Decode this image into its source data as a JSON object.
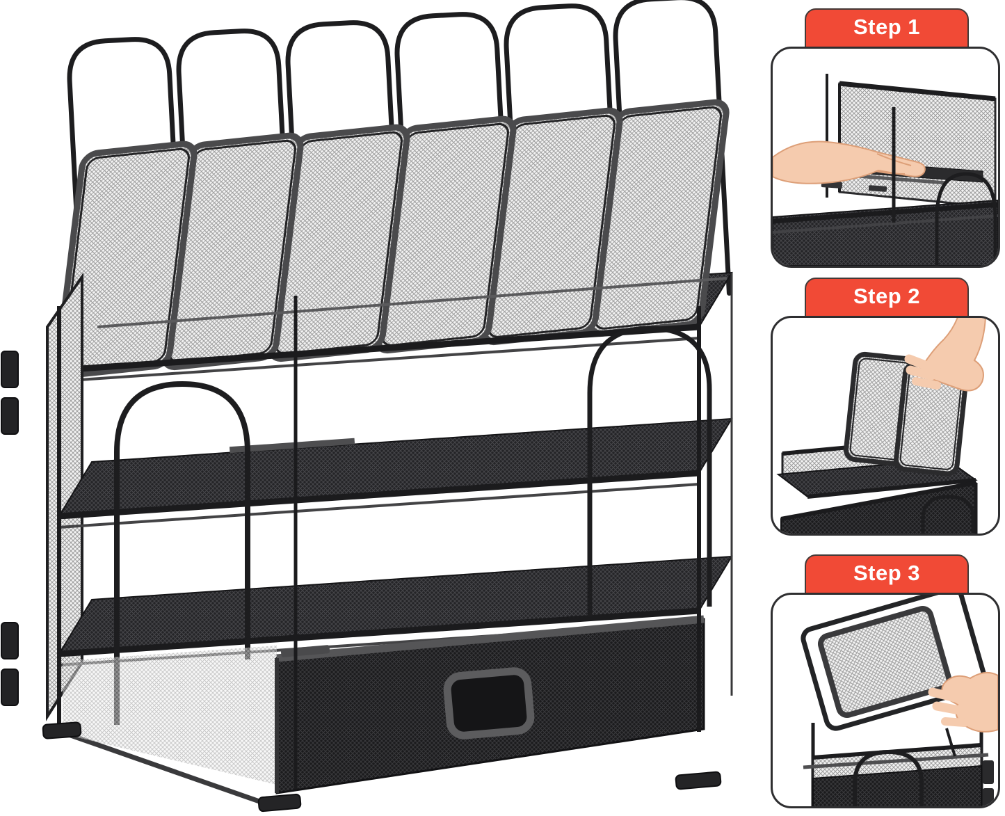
{
  "page": {
    "background_color": "#ffffff"
  },
  "product": {
    "kind": "mesh-desk-organizer-photo",
    "color_name": "black",
    "frame_color": "#1d1d1f",
    "mesh_light_color": "#9c9c9c",
    "mesh_dark_color": "#242427",
    "upright_divider_count": 6,
    "tray_count": 3,
    "has_sliding_drawer": true
  },
  "steps": {
    "accent_color": "#F14A36",
    "label_text_color": "#ffffff",
    "card_border_color": "#2e2e30",
    "items": [
      {
        "label": "Step 1",
        "illustration": "hand-sliding-tray-into-frame"
      },
      {
        "label": "Step 2",
        "illustration": "hand-inserting-upright-dividers"
      },
      {
        "label": "Step 3",
        "illustration": "hand-attaching-side-mesh-panel"
      }
    ]
  }
}
